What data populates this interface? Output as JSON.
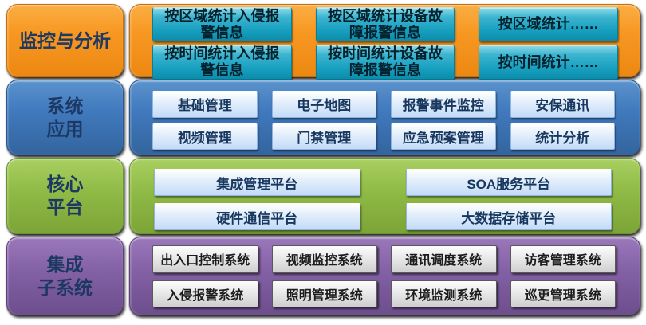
{
  "diagram": {
    "layers": [
      {
        "name": "监控与分析",
        "items": [
          "按区域统计入侵报\n警信息",
          "按区域统计设备故\n障报警信息",
          "按区域统计……",
          "按时间统计入侵报\n警信息",
          "按时间统计设备故\n障报警信息",
          "按时间统计……"
        ]
      },
      {
        "name": "系统\n应用",
        "items": [
          "基础管理",
          "电子地图",
          "报警事件监控",
          "安保通讯",
          "视频管理",
          "门禁管理",
          "应急预案管理",
          "统计分析"
        ]
      },
      {
        "name": "核心\n平台",
        "items": [
          "集成管理平台",
          "SOA服务平台",
          "硬件通信平台",
          "大数据存储平台"
        ]
      },
      {
        "name": "集成\n子系统",
        "items": [
          "出入口控制系统",
          "视频监控系统",
          "通讯调度系统",
          "访客管理系统",
          "入侵报警系统",
          "照明管理系统",
          "环境监测系统",
          "巡更管理系统"
        ]
      }
    ],
    "colors": {
      "monitoring_band": "#F79822",
      "monitoring_item": "#18A0C0",
      "apps_band": "#4079BD",
      "apps_item": "#C3DBF7",
      "core_band": "#8FBA45",
      "core_item": "#C3DBF7",
      "subsystems_band": "#8260A4",
      "subsystems_item": "#D9D9D9",
      "label_text": "#1C3863"
    }
  }
}
